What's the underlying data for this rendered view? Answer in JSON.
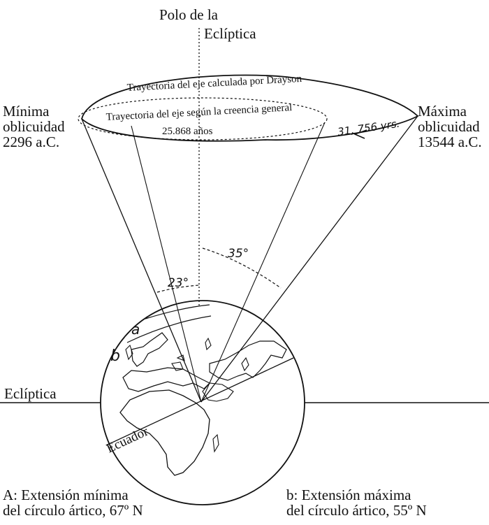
{
  "labels": {
    "pole_line1": "Polo de la",
    "pole_line2": "Eclíptica",
    "drayson_path": "Trayectoria del  eje calculada por Drayson",
    "general_path": "Trayectoria del eje  según la creencia general",
    "years_general": "25.868 años",
    "years_drayson": "31, 756 yrs.",
    "min_obl_line1": "Mínima",
    "min_obl_line2": "oblicuidad",
    "min_obl_line3": "2296 a.C.",
    "max_obl_line1": "Máxima",
    "max_obl_line2": "oblicuidad",
    "max_obl_line3": "13544 a.C.",
    "angle_min": "23°",
    "angle_max": "35°",
    "mark_a": "a",
    "mark_b": "b",
    "ecliptic": "Eclíptica",
    "equator": "Ecuador",
    "caption_a_line1": "A: Extensión mínima",
    "caption_a_line2": "del círculo ártico, 67º N",
    "caption_b_line1": "b: Extensión máxima",
    "caption_b_line2": "del círculo ártico, 55º N"
  },
  "colors": {
    "ink": "#111111",
    "paper": "#ffffff"
  }
}
